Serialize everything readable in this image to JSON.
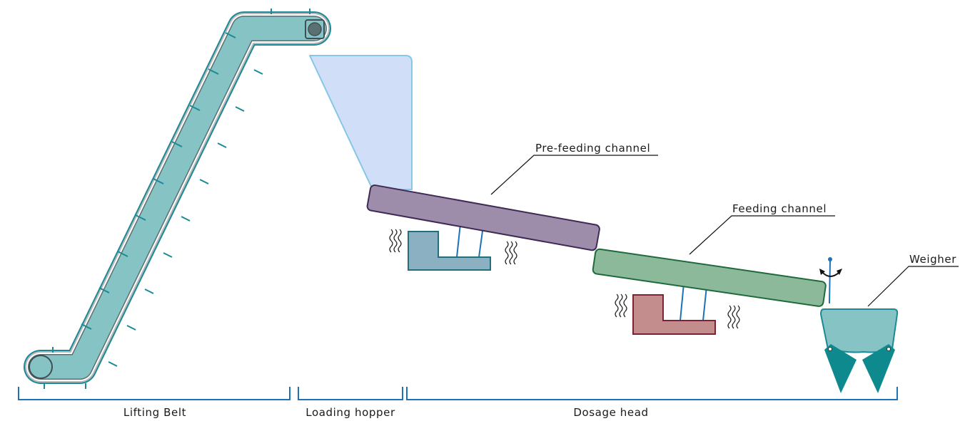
{
  "diagram": {
    "callouts": {
      "pre_feeding": "Pre-feeding channel",
      "feeding": "Feeding channel",
      "weigher": "Weigher"
    },
    "sections": {
      "lifting_belt": "Lifting Belt",
      "loading_hopper": "Loading hopper",
      "dosage_head": "Dosage head"
    },
    "colors": {
      "belt_fill": "#85c3c5",
      "belt_stroke": "#1a8a96",
      "hopper_fill": "#d0dff7",
      "hopper_stroke": "#86c6e6",
      "pre_channel_fill": "#9e8cab",
      "pre_channel_stroke": "#3e2a55",
      "feed_channel_fill": "#8bb99a",
      "feed_channel_stroke": "#1f6a3a",
      "pre_base_fill": "#8ab0c2",
      "pre_base_stroke": "#22707e",
      "feed_base_fill": "#c48d8d",
      "feed_base_stroke": "#7c2230",
      "weigher_fill": "#85c3c5",
      "weigher_gate_fill": "#0e8a8e",
      "spring_color": "#1f72b8",
      "bracket_color": "#1f72b8"
    }
  }
}
